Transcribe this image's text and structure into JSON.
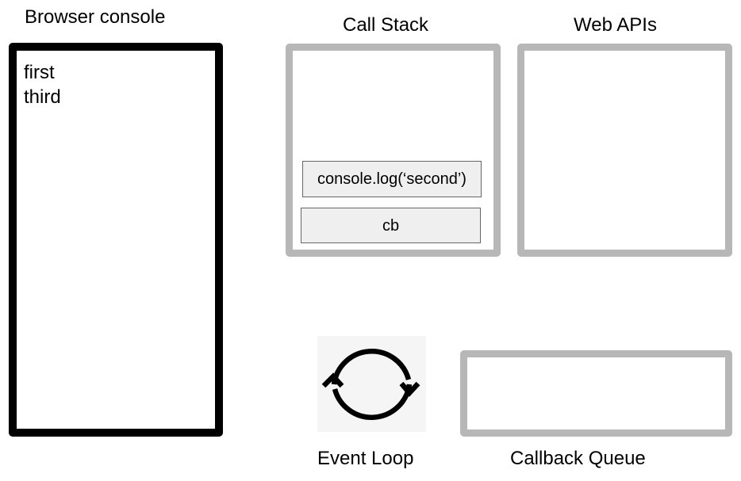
{
  "console": {
    "title": "Browser console",
    "lines": [
      "first",
      "third"
    ]
  },
  "call_stack": {
    "title": "Call Stack",
    "frames": [
      "console.log(‘second’)",
      "cb"
    ]
  },
  "web_apis": {
    "title": "Web APIs"
  },
  "event_loop": {
    "title": "Event Loop",
    "icon": "refresh-cycle-icon"
  },
  "callback_queue": {
    "title": "Callback Queue"
  },
  "colors": {
    "console_border": "#000000",
    "panel_border": "#b7b7b7",
    "frame_fill": "#efefef",
    "frame_border": "#666666",
    "icon_background": "#f5f5f5"
  }
}
